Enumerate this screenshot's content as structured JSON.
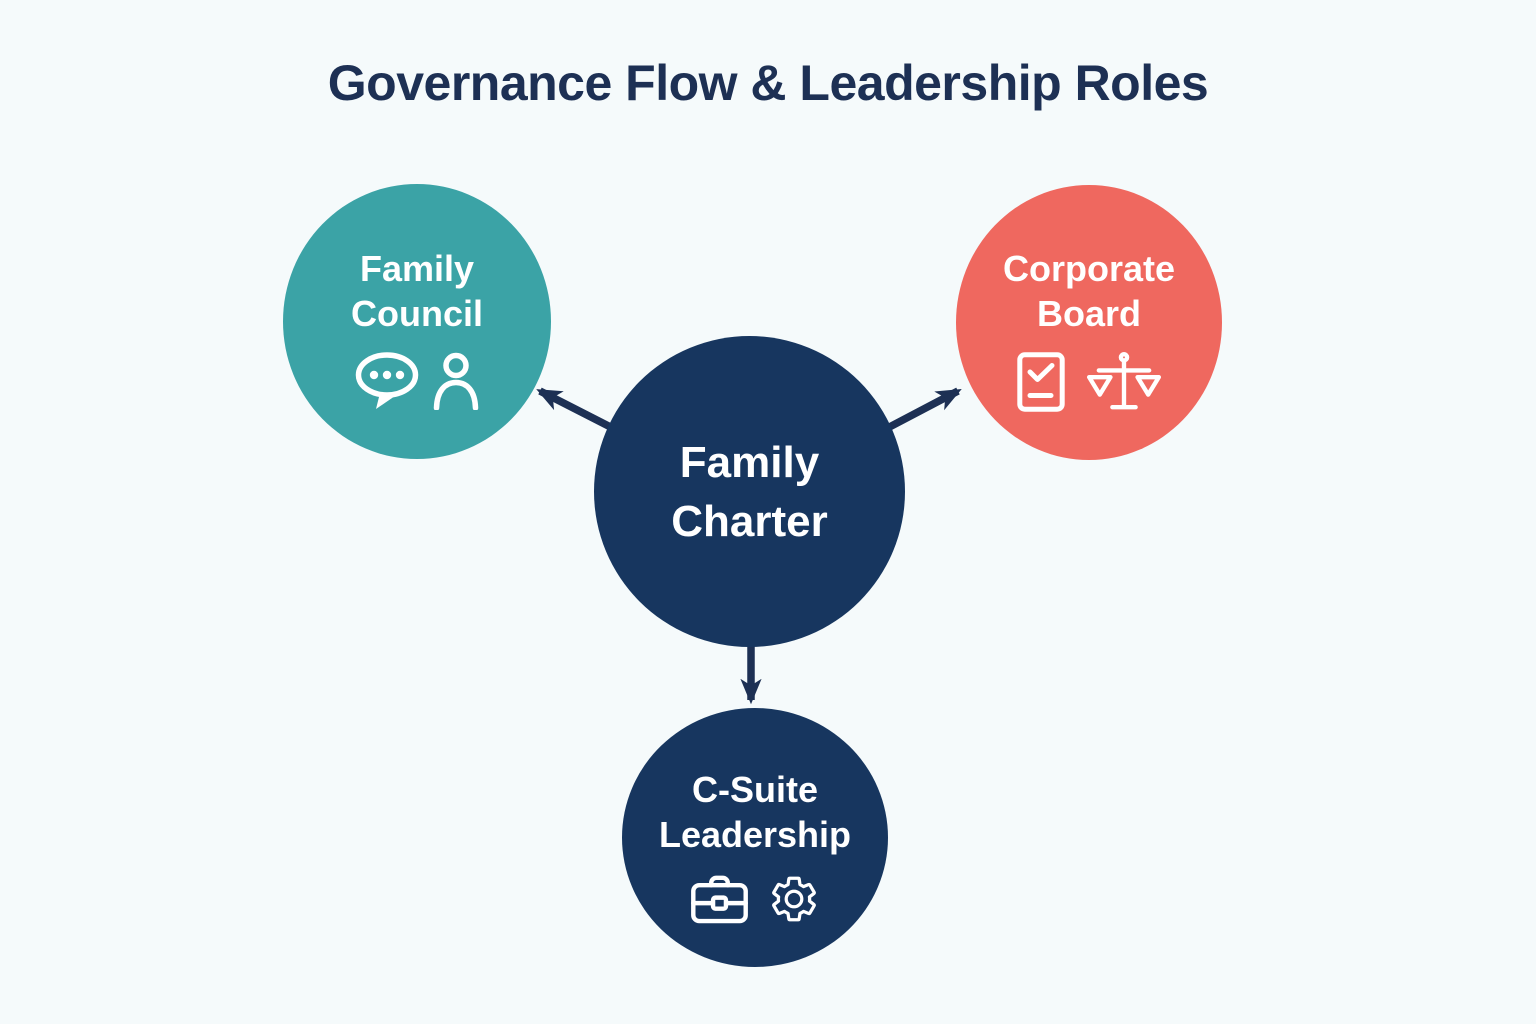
{
  "title": "Governance Flow & Leadership Roles",
  "nodes": {
    "family_charter": {
      "line1": "Family",
      "line2": "Charter"
    },
    "family_council": {
      "line1": "Family",
      "line2": "Council",
      "icons": [
        "speech-bubble-icon",
        "person-icon"
      ]
    },
    "corporate_board": {
      "line1": "Corporate",
      "line2": "Board",
      "icons": [
        "document-check-icon",
        "scales-icon"
      ]
    },
    "c_suite": {
      "line1": "C-Suite",
      "line2": "Leadership",
      "icons": [
        "briefcase-icon",
        "gear-icon"
      ]
    }
  },
  "edges": [
    {
      "from": "family_charter",
      "to": "family_council"
    },
    {
      "from": "family_charter",
      "to": "corporate_board"
    },
    {
      "from": "family_charter",
      "to": "c_suite"
    }
  ],
  "colors": {
    "background": "#F5FAFB",
    "title_navy": "#1D3054",
    "node_navy": "#17365F",
    "teal": "#3BA3A6",
    "coral": "#EF685F",
    "arrow_navy": "#1D3054",
    "icon_white": "#FFFFFF"
  }
}
